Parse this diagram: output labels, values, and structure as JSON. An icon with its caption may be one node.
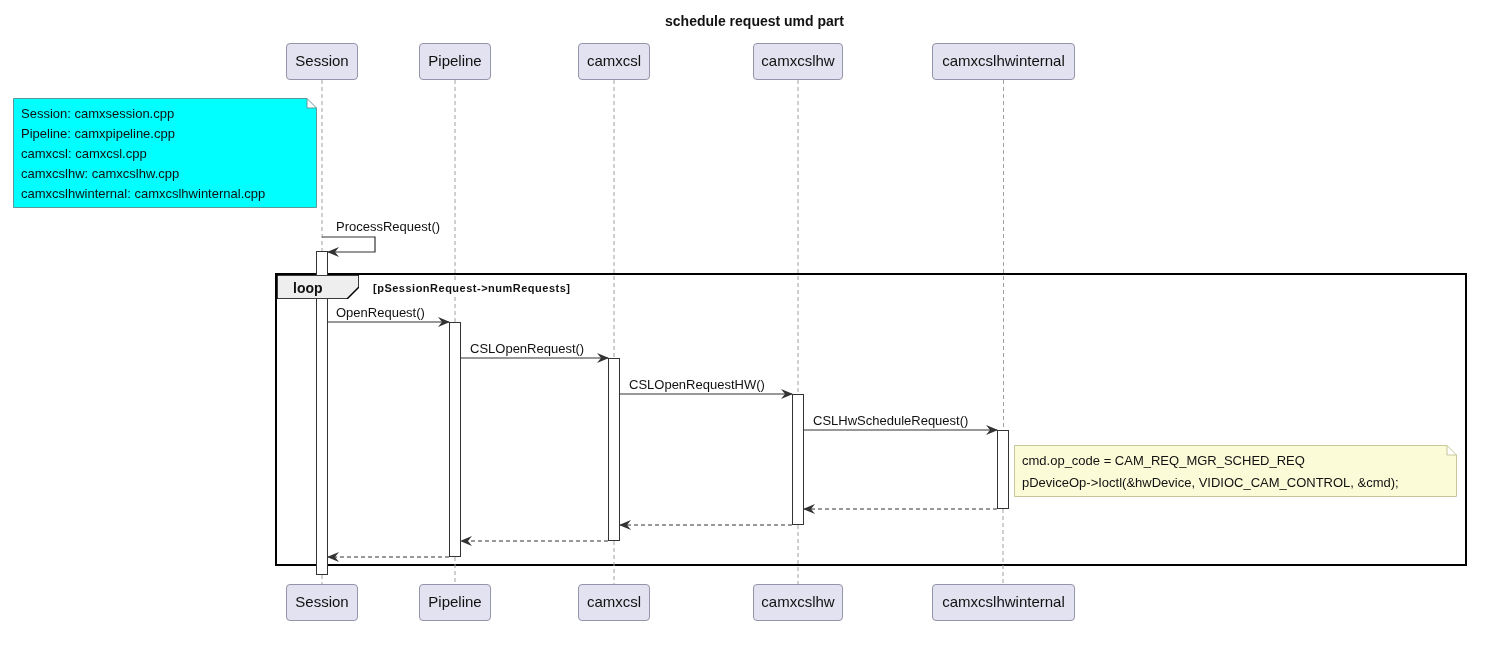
{
  "diagram": {
    "title": "schedule request umd part",
    "nodes": [
      {
        "text": [
          "Session"
        ]
      },
      {
        "text": [
          "Pipeline"
        ]
      },
      {
        "text": [
          "camxcsl"
        ]
      },
      {
        "text": [
          "camxcslhw"
        ]
      },
      {
        "text": [
          "camxcslhwinternal"
        ]
      },
      {
        "text": [
          "Session"
        ]
      },
      {
        "text": [
          "Pipeline"
        ]
      },
      {
        "text": [
          "camxcsl"
        ]
      },
      {
        "text": [
          "camxcslhw"
        ]
      },
      {
        "text": [
          "camxcslhwinternal"
        ]
      },
      {
        "text": [
          "Session: camxsession.cpp",
          "Pipeline: camxpipeline.cpp",
          "camxcsl: camxcsl.cpp",
          "camxcslhw: camxcslhw.cpp",
          "camxcslhwinternal: camxcslhwinternal.cpp"
        ]
      },
      {
        "text": [
          "loop",
          "[pSessionRequest->numRequests]"
        ]
      },
      {
        "text": [],
        "shape": "bar"
      },
      {
        "text": [],
        "shape": "bar",
        "in": 11
      },
      {
        "text": [],
        "shape": "bar",
        "in": 11
      },
      {
        "text": [],
        "shape": "bar",
        "in": 11
      },
      {
        "text": [],
        "shape": "bar",
        "in": 11
      },
      {
        "text": [
          "cmd.op_code = CAM_REQ_MGR_SCHED_REQ",
          "pDeviceOp->Ioctl(&hwDevice, VIDIOC_CAM_CONTROL, &cmd);"
        ],
        "in": 11
      }
    ],
    "edges": [
      {
        "from": 0,
        "to": 12,
        "arrow": "none",
        "style": "dashed"
      },
      {
        "from": 1,
        "to": 13,
        "arrow": "none",
        "style": "dashed"
      },
      {
        "from": 2,
        "to": 14,
        "arrow": "none",
        "style": "dashed"
      },
      {
        "from": 3,
        "to": 15,
        "arrow": "none",
        "style": "dashed"
      },
      {
        "from": 4,
        "to": 16,
        "arrow": "none",
        "style": "dashed"
      },
      {
        "from": 12,
        "to": 5,
        "arrow": "none",
        "style": "dashed"
      },
      {
        "from": 13,
        "to": 6,
        "arrow": "none",
        "style": "dashed"
      },
      {
        "from": 14,
        "to": 7,
        "arrow": "none",
        "style": "dashed"
      },
      {
        "from": 15,
        "to": 8,
        "arrow": "none",
        "style": "dashed"
      },
      {
        "from": 16,
        "to": 9,
        "arrow": "none",
        "style": "dashed"
      },
      {
        "from": null,
        "to": 12,
        "arrow": "to",
        "label": "ProcessRequest()",
        "color": "#333333"
      },
      {
        "from": 12,
        "to": 13,
        "arrow": "to",
        "label": "OpenRequest()",
        "color": "#333333"
      },
      {
        "from": 13,
        "to": 14,
        "arrow": "to",
        "label": "CSLOpenRequest()",
        "color": "#333333"
      },
      {
        "from": 14,
        "to": 15,
        "arrow": "to",
        "label": "CSLOpenRequestHW()",
        "color": "#333333"
      },
      {
        "from": 15,
        "to": 16,
        "arrow": "to",
        "label": "CSLHwScheduleRequest()",
        "color": "#333333"
      },
      {
        "from": 16,
        "to": 15,
        "arrow": "to",
        "style": "dashed",
        "color": "#333333"
      },
      {
        "from": 15,
        "to": 14,
        "arrow": "to",
        "style": "dashed",
        "color": "#333333"
      },
      {
        "from": 14,
        "to": 13,
        "arrow": "to",
        "style": "dashed",
        "color": "#333333"
      },
      {
        "from": 13,
        "to": 12,
        "arrow": "to",
        "style": "dashed",
        "color": "#333333"
      }
    ]
  }
}
